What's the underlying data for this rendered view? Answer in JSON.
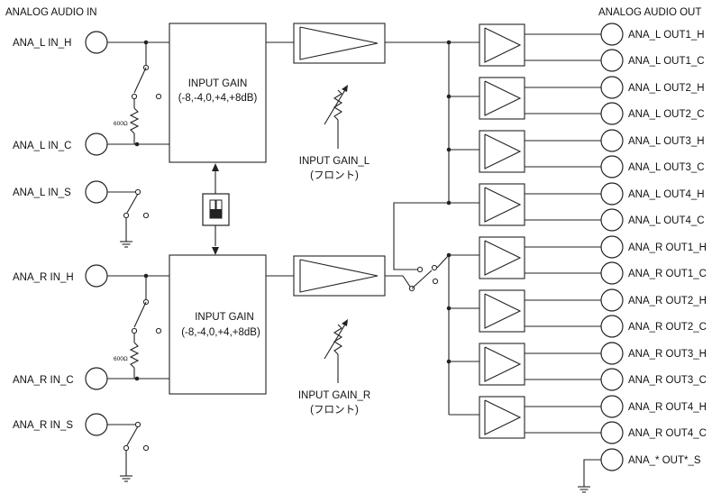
{
  "headings": {
    "inputs": "ANALOG AUDIO IN",
    "outputs": "ANALOG AUDIO OUT"
  },
  "input_labels": {
    "l_h": "ANA_L IN_H",
    "l_c": "ANA_L IN_C",
    "l_s": "ANA_L IN_S",
    "r_h": "ANA_R IN_H",
    "r_c": "ANA_R IN_C",
    "r_s": "ANA_R IN_S"
  },
  "gain_block": {
    "title": "INPUT GAIN",
    "range": "(-8,-4,0,+4,+8dB)"
  },
  "termination_resistor": "600Ω",
  "gain_controls": {
    "left": "INPUT GAIN_L",
    "right": "INPUT GAIN_R",
    "location": "(フロント)"
  },
  "output_labels": [
    "ANA_L OUT1_H",
    "ANA_L OUT1_C",
    "ANA_L OUT2_H",
    "ANA_L OUT2_C",
    "ANA_L OUT3_H",
    "ANA_L OUT3_C",
    "ANA_L OUT4_H",
    "ANA_L OUT4_C",
    "ANA_R OUT1_H",
    "ANA_R OUT1_C",
    "ANA_R OUT2_H",
    "ANA_R OUT2_C",
    "ANA_R OUT3_H",
    "ANA_R OUT3_C",
    "ANA_R OUT4_H",
    "ANA_R OUT4_C"
  ],
  "output_shield_label": "ANA_* OUT*_S"
}
